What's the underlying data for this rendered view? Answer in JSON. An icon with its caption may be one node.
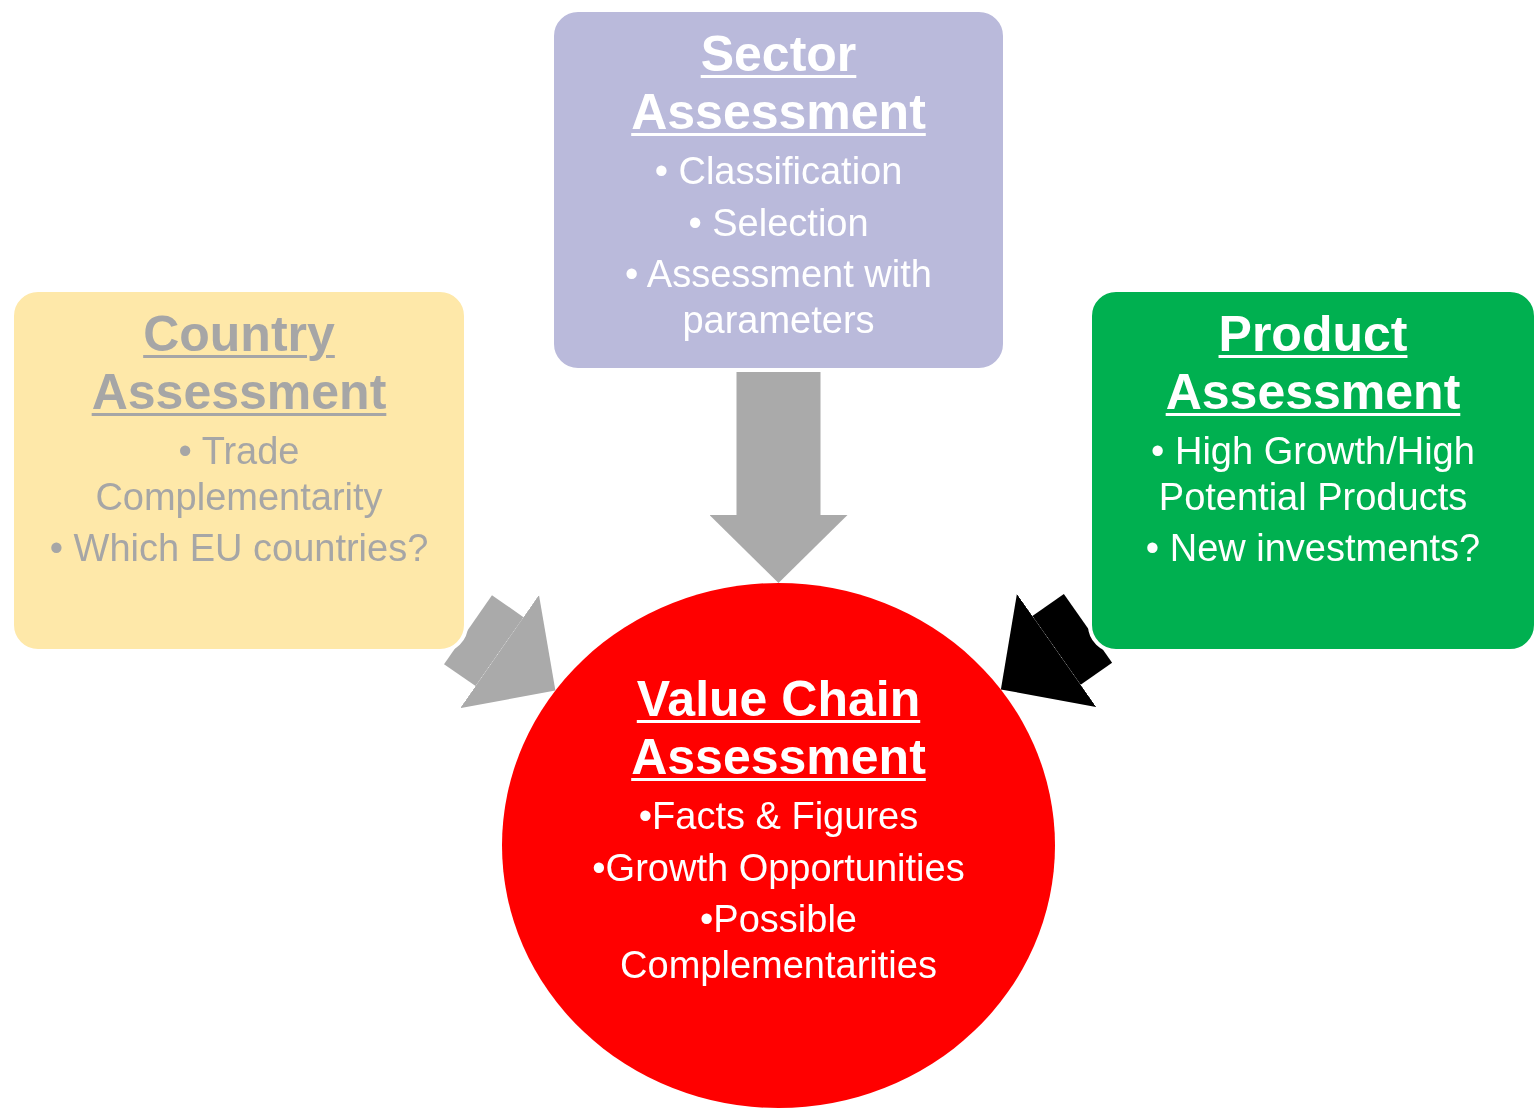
{
  "diagram": {
    "nodes": [
      {
        "text": [
          "Sector Assessment",
          "• Classification",
          "• Selection",
          "• Assessment with parameters"
        ]
      },
      {
        "text": [
          "Country Assessment",
          "• Trade Complementarity",
          "• Which EU countries?"
        ]
      },
      {
        "text": [
          "Product Assessment",
          "• High Growth/High Potential Products",
          "• New investments?"
        ]
      },
      {
        "text": [
          "Value Chain Assessment",
          "•Facts & Figures",
          "•Growth Opportunities",
          "•Possible Complementarities"
        ]
      }
    ],
    "edges": [
      {
        "from": 0,
        "to": 3,
        "arrow": "to"
      },
      {
        "from": 1,
        "to": 3,
        "arrow": "to"
      },
      {
        "from": 2,
        "to": 3,
        "arrow": "to",
        "color": "#000000"
      }
    ]
  }
}
